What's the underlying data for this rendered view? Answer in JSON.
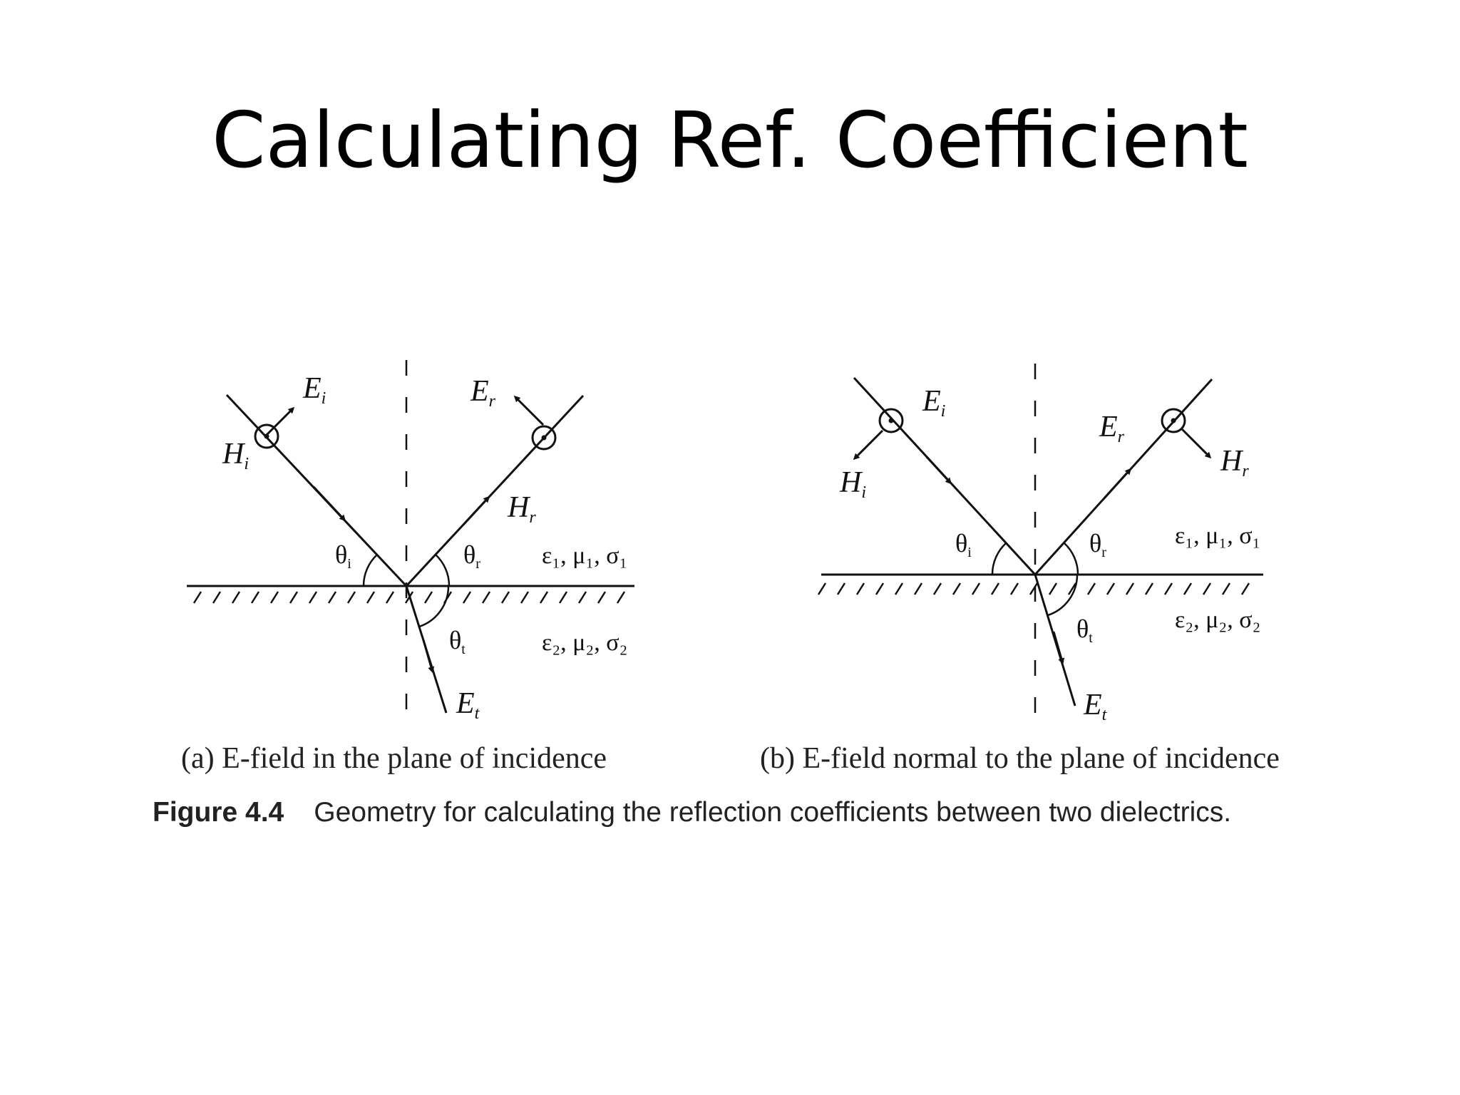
{
  "slide": {
    "title": "Calculating Ref. Coefficient"
  },
  "figure": {
    "panel_a": {
      "caption": "(a) E-field in the plane of incidence",
      "labels": {
        "ei": "E",
        "ei_sub": "i",
        "hi": "H",
        "hi_sub": "i",
        "er": "E",
        "er_sub": "r",
        "hr": "H",
        "hr_sub": "r",
        "theta_i": "θ",
        "theta_i_sub": "i",
        "theta_r": "θ",
        "theta_r_sub": "r",
        "theta_t": "θ",
        "theta_t_sub": "t",
        "et": "E",
        "et_sub": "t",
        "medium1": "ε₁, μ₁, σ₁",
        "medium2": "ε₂, μ₂, σ₂"
      }
    },
    "panel_b": {
      "caption": "(b) E-field normal to the plane of incidence",
      "labels": {
        "ei": "E",
        "ei_sub": "i",
        "hi": "H",
        "hi_sub": "i",
        "er": "E",
        "er_sub": "r",
        "hr": "H",
        "hr_sub": "r",
        "theta_i": "θ",
        "theta_i_sub": "i",
        "theta_r": "θ",
        "theta_r_sub": "r",
        "theta_t": "θ",
        "theta_t_sub": "t",
        "et": "E",
        "et_sub": "t",
        "medium1": "ε₁, μ₁, σ₁",
        "medium2": "ε₂, μ₂, σ₂"
      }
    },
    "caption_number": "Figure 4.4",
    "caption_text": "Geometry for calculating the reflection coefficients between two dielectrics."
  }
}
